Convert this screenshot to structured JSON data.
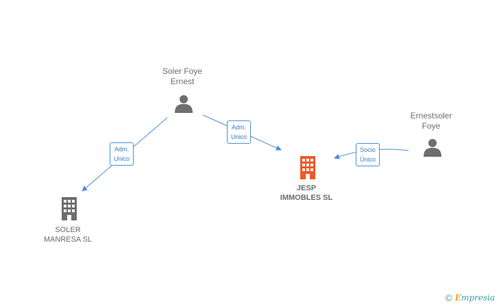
{
  "nodes": {
    "soler_foye": {
      "line1": "Soler Foye",
      "line2": "Ernest"
    },
    "ernestsoler": {
      "line1": "Ernestsoler",
      "line2": "Foye"
    },
    "jesp": {
      "line1": "JESP",
      "line2": "IMMOBLES SL"
    },
    "soler_manresa": {
      "line1": "SOLER",
      "line2": "MANRESA  SL"
    }
  },
  "edges": {
    "e1": {
      "line1": "Adm.",
      "line2": "Unico"
    },
    "e2": {
      "line1": "Adm.",
      "line2": "Unico"
    },
    "e3": {
      "line1": "Socio",
      "line2": "Único"
    }
  },
  "colors": {
    "edge": "#4a8fd9",
    "person": "#6e6e6e",
    "company": "#6e6e6e",
    "focus": "#f05a28"
  },
  "footer": {
    "copyright": "©",
    "brand_initial": "E",
    "brand_rest": "mpresia"
  }
}
